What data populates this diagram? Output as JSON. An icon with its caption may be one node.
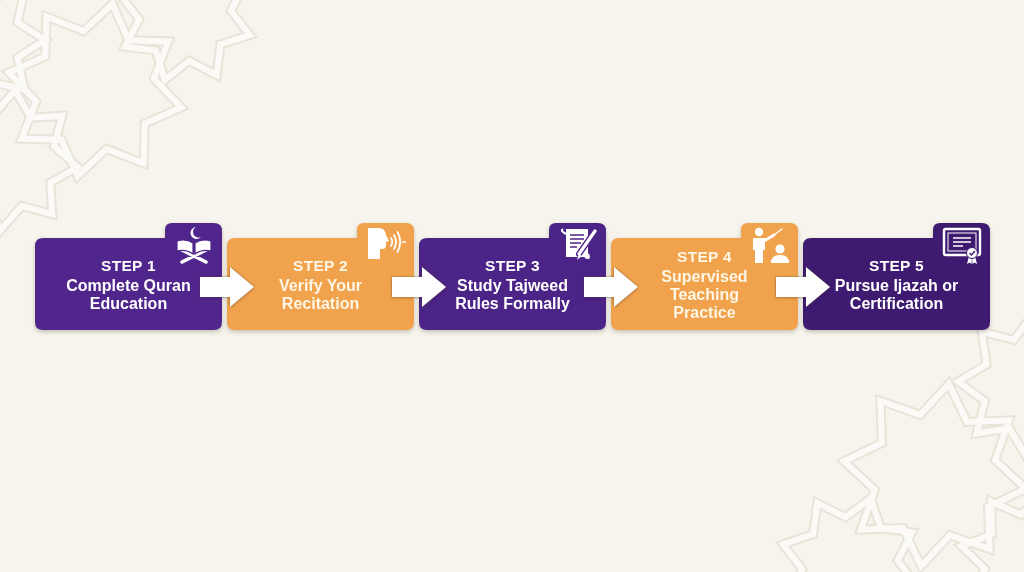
{
  "diagram": {
    "nodes": [
      {
        "text": [
          "STEP 1",
          "Complete Quran Education"
        ]
      },
      {
        "text": [
          "STEP 2",
          "Verify Your Recitation"
        ]
      },
      {
        "text": [
          "STEP 3",
          "Study Tajweed Rules Formally"
        ]
      },
      {
        "text": [
          "STEP 4",
          "Supervised Teaching Practice"
        ]
      },
      {
        "text": [
          "STEP 5",
          "Pursue Ijazah or Certification"
        ]
      }
    ],
    "edges": [
      {
        "from": 0,
        "to": 1,
        "arrow": "to"
      },
      {
        "from": 1,
        "to": 2,
        "arrow": "to"
      },
      {
        "from": 2,
        "to": 3,
        "arrow": "to"
      },
      {
        "from": 3,
        "to": 4,
        "arrow": "to"
      }
    ]
  }
}
